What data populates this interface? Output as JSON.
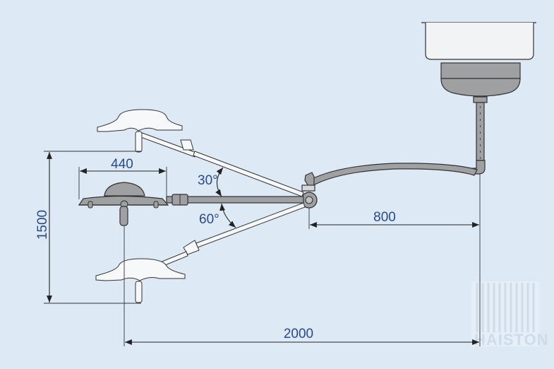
{
  "dimensions": {
    "lamp_width": "440",
    "height": "1500",
    "arm_reach": "800",
    "total_reach": "2000"
  },
  "angles": {
    "upper": "30°",
    "lower": "60°"
  },
  "watermark": "HAISTON",
  "colors": {
    "background": "#dde9f5",
    "outline": "#333333",
    "metal": "#9ea0a2",
    "dimension_text": "#2a4a8a"
  }
}
